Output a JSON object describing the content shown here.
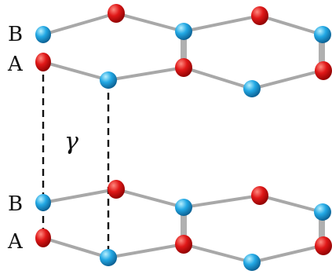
{
  "labels": {
    "top_b": "B",
    "top_a": "A",
    "bottom_b": "B",
    "bottom_a": "A",
    "gamma": "γ"
  },
  "colors": {
    "atom_a": "#dd1515",
    "atom_b": "#1ea0dd",
    "bond": "#a8a8a8",
    "dashed": "#111111"
  }
}
